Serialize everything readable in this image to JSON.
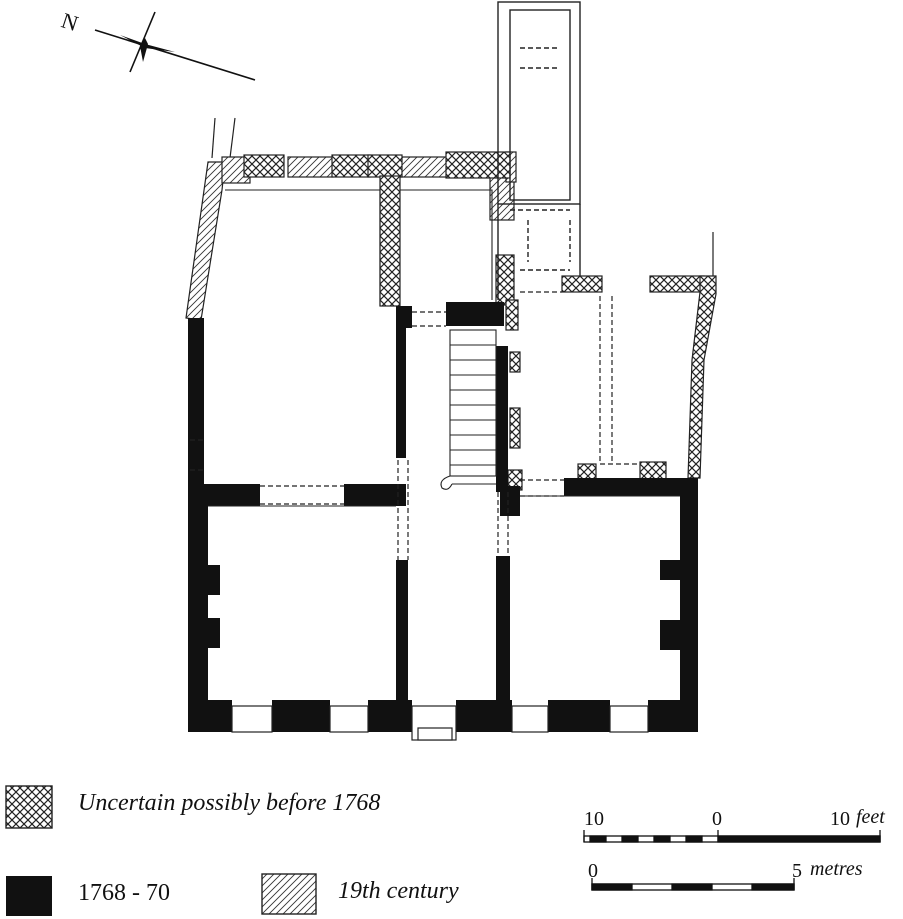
{
  "north": {
    "label": "N"
  },
  "legend": {
    "items": [
      {
        "pattern": "crosshatch",
        "label": "Uncertain possibly before 1768"
      },
      {
        "pattern": "solid",
        "label": "1768 - 70"
      },
      {
        "pattern": "hatched",
        "label": "19th century"
      }
    ]
  },
  "scale_feet": {
    "left": "10",
    "mid": "0",
    "right": "10",
    "unit": "feet"
  },
  "scale_metres": {
    "left": "0",
    "right": "5",
    "unit": "metres"
  },
  "colors": {
    "wall_solid": "#111111",
    "ink": "#222222"
  }
}
